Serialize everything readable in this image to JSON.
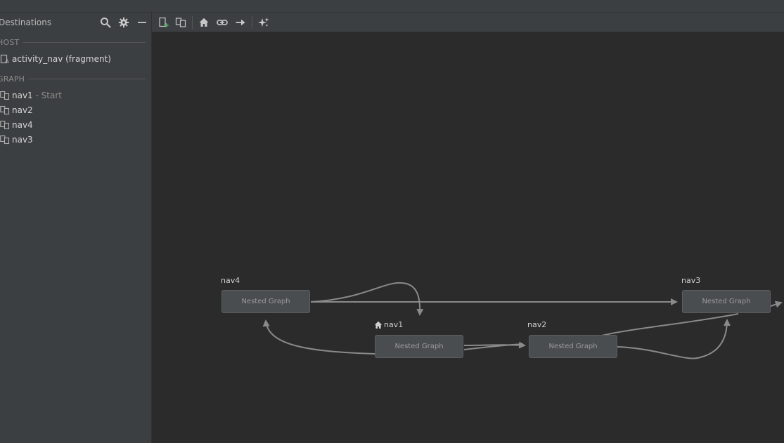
{
  "panel": {
    "title": "Destinations",
    "icons": [
      "search-icon",
      "gear-icon",
      "minimize-icon"
    ]
  },
  "host_section": {
    "label": "HOST",
    "item": {
      "label": "activity_nav (fragment)",
      "icon": "nav-host-fragment-icon"
    }
  },
  "graph_section": {
    "label": "GRAPH",
    "items": [
      {
        "label": "nav1",
        "suffix": " - Start",
        "icon": "nested-graph-icon"
      },
      {
        "label": "nav2",
        "suffix": "",
        "icon": "nested-graph-icon"
      },
      {
        "label": "nav4",
        "suffix": "",
        "icon": "nested-graph-icon"
      },
      {
        "label": "nav3",
        "suffix": "",
        "icon": "nested-graph-icon"
      }
    ]
  },
  "toolbar": {
    "buttons": [
      "new-destination-icon",
      "nested-graph-icon",
      "home-icon",
      "deep-link-icon",
      "action-arrow-icon",
      "auto-arrange-icon"
    ]
  },
  "graph": {
    "nodes": [
      {
        "id": "nav4",
        "label": "nav4",
        "body": "Nested Graph",
        "is_start": false
      },
      {
        "id": "nav1",
        "label": "nav1",
        "body": "Nested Graph",
        "is_start": true
      },
      {
        "id": "nav2",
        "label": "nav2",
        "body": "Nested Graph",
        "is_start": false
      },
      {
        "id": "nav3",
        "label": "nav3",
        "body": "Nested Graph",
        "is_start": false
      }
    ],
    "edges": [
      {
        "from": "nav4",
        "to": "nav3"
      },
      {
        "from": "nav4",
        "to": "nav1"
      },
      {
        "from": "nav1",
        "to": "nav4"
      },
      {
        "from": "nav1",
        "to": "nav2"
      },
      {
        "from": "nav2",
        "to": "nav3"
      },
      {
        "from": "nav3",
        "to": "nav2"
      }
    ],
    "colors": {
      "edge": "#8a8a8a",
      "node_fill": "#4a4d50",
      "canvas": "#2b2b2b"
    }
  }
}
